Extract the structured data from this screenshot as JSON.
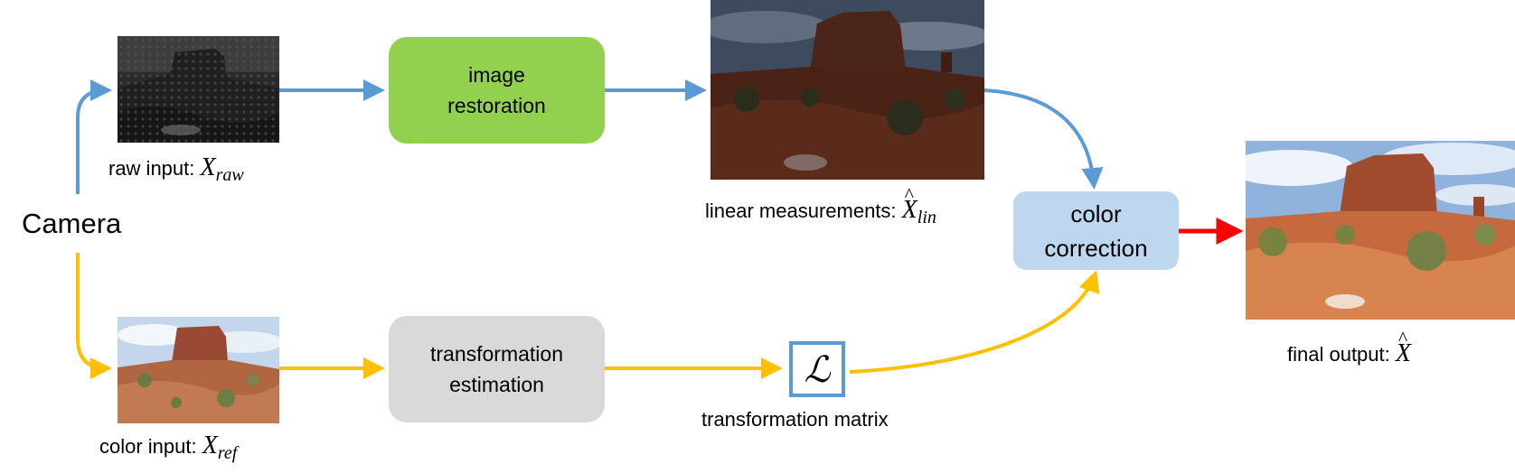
{
  "camera": "Camera",
  "inputs": {
    "raw_label": "raw input:",
    "raw_symbol": "X",
    "raw_sub": "raw",
    "color_label": "color input:",
    "color_symbol": "X",
    "color_sub": "ref"
  },
  "boxes": {
    "restoration": [
      "image",
      "restoration"
    ],
    "estimation": [
      "transformation",
      "estimation"
    ],
    "correction": [
      "color",
      "correction"
    ]
  },
  "linear": {
    "label": "linear measurements:",
    "symbol": "X",
    "sub": "lin"
  },
  "matrix": {
    "symbol": "ℒ",
    "label": "transformation matrix"
  },
  "output": {
    "label": "final output:",
    "symbol": "X"
  },
  "colors": {
    "blue_arrow": "#5b9bd5",
    "yellow_arrow": "#ffc000",
    "red_arrow": "#ff0000",
    "restoration_box": "#92d050",
    "estimation_box": "#d9d9d9",
    "correction_box": "#bdd7ee"
  }
}
